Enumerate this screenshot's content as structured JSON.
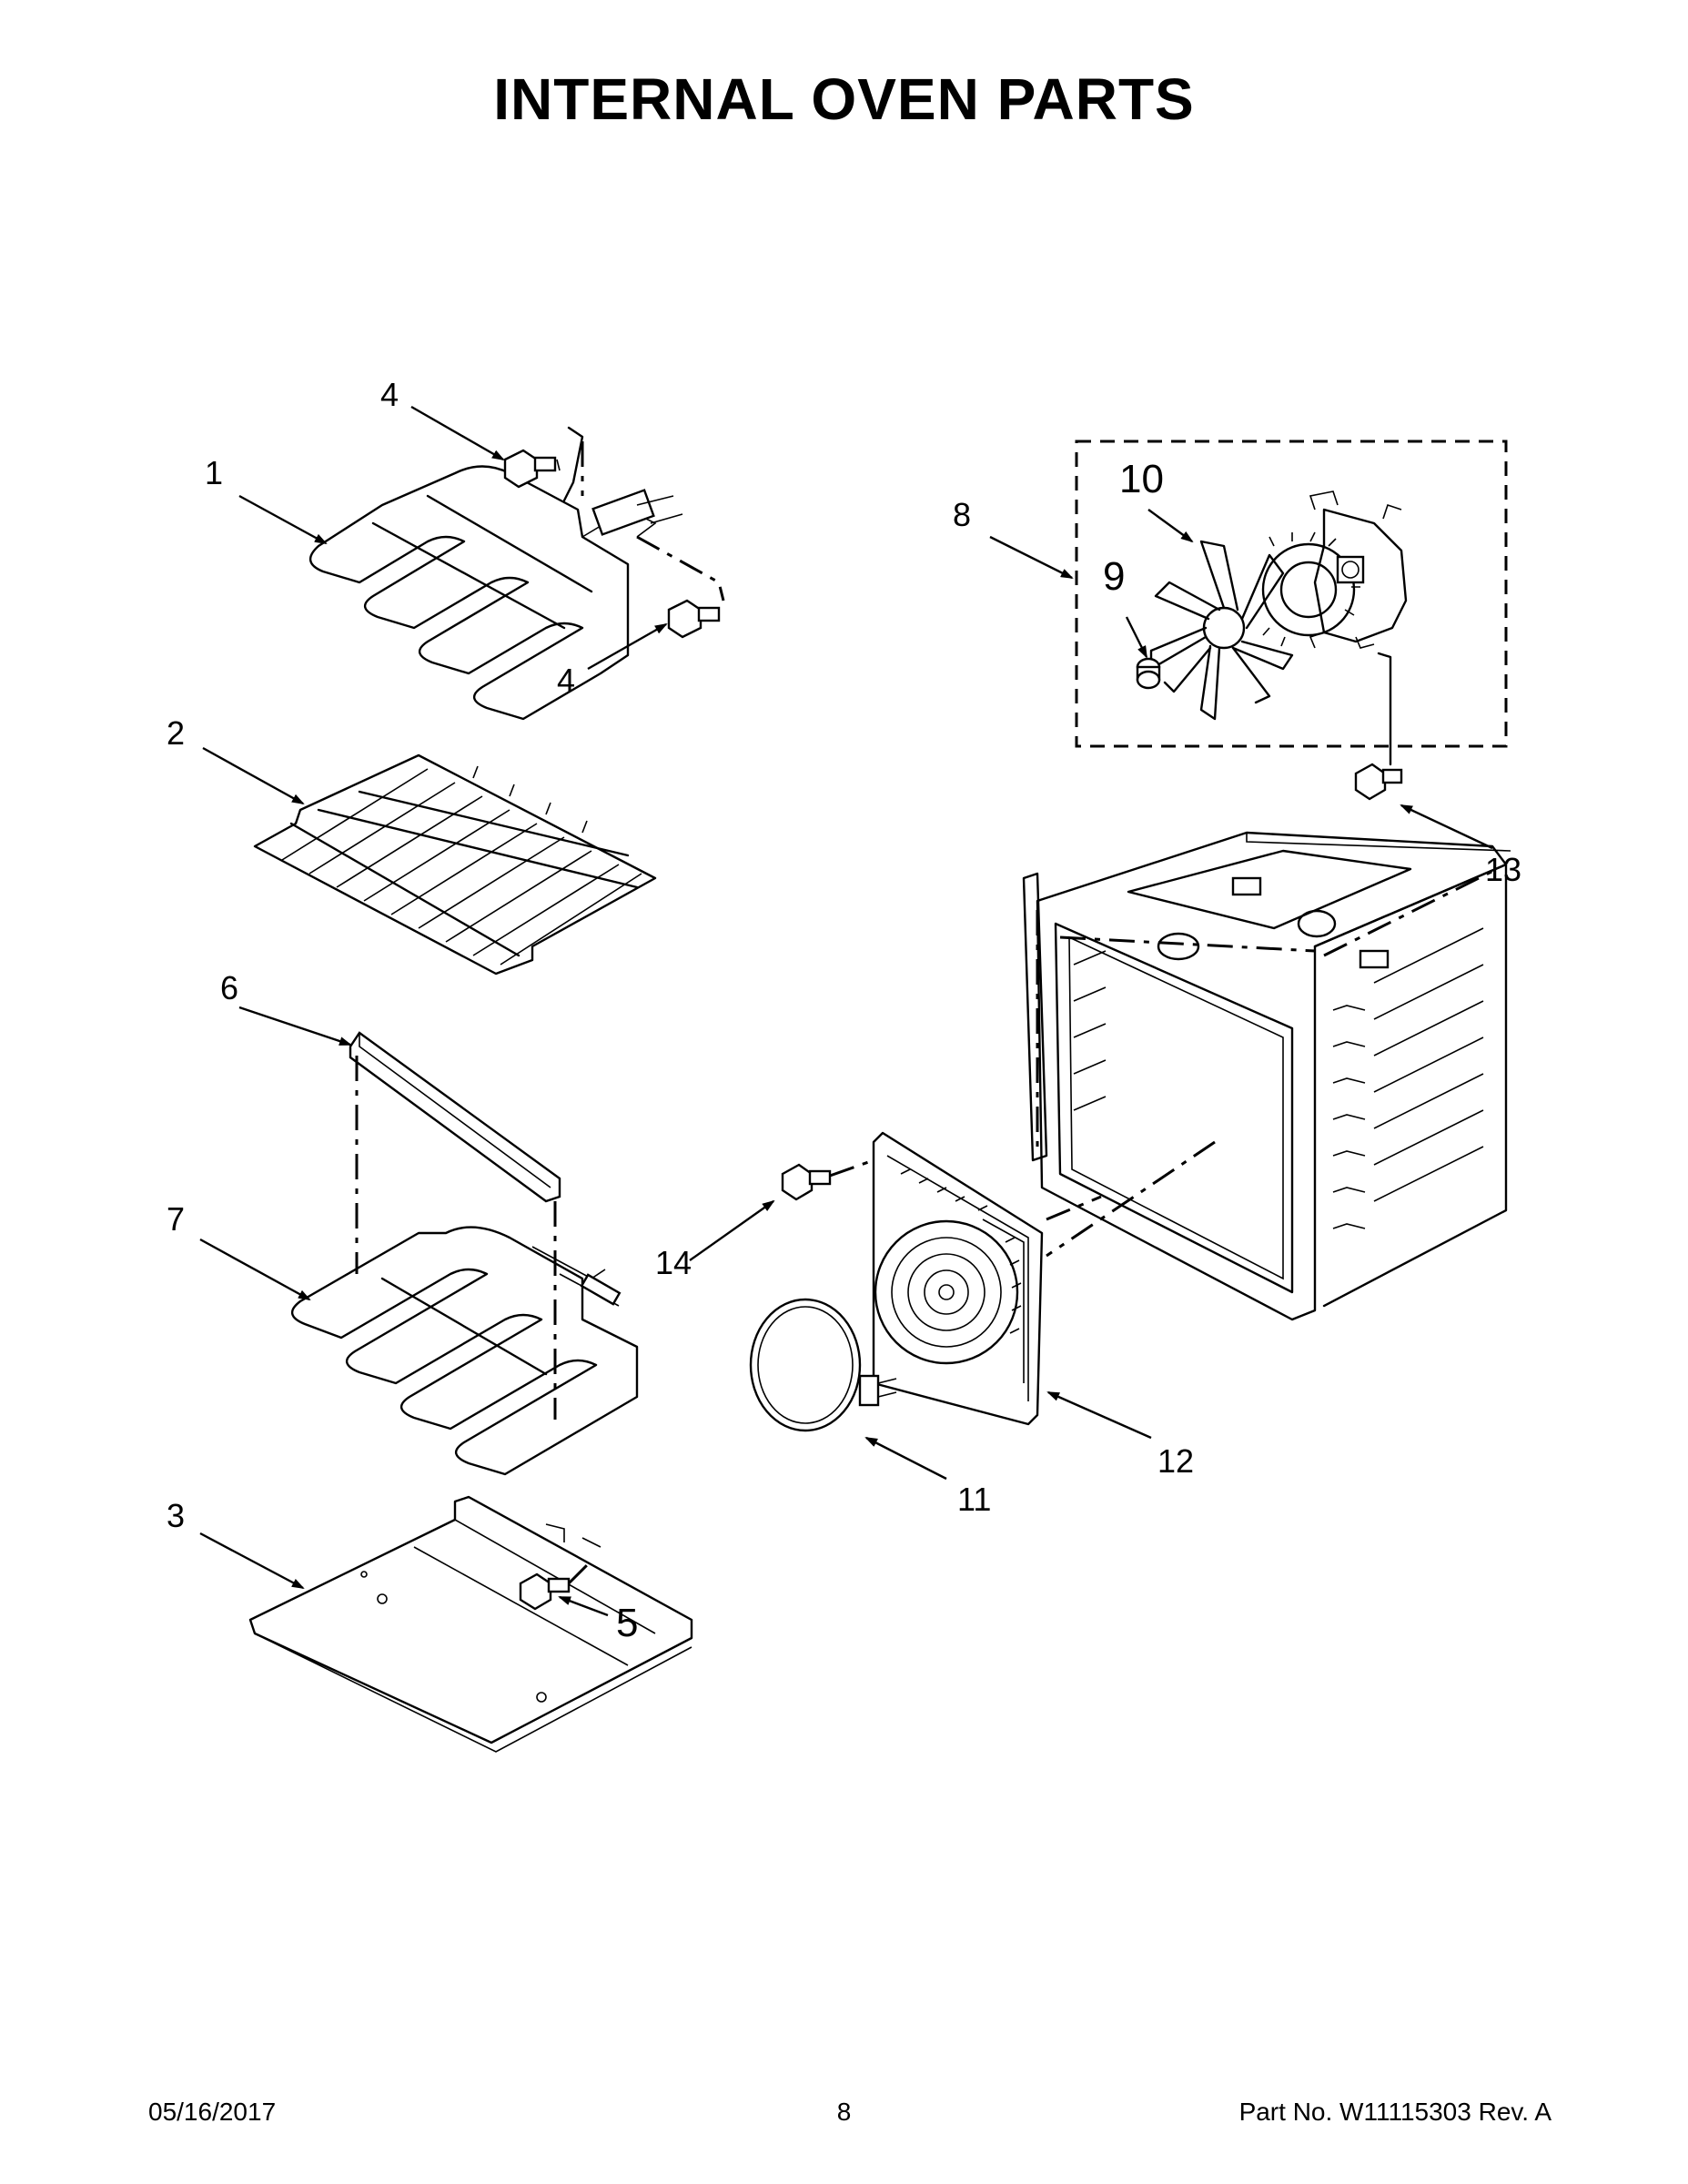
{
  "page": {
    "title": "INTERNAL OVEN PARTS"
  },
  "callouts": {
    "c1": "1",
    "c2": "2",
    "c3": "3",
    "c4a": "4",
    "c4b": "4",
    "c5": "5",
    "c6": "6",
    "c7": "7",
    "c8": "8",
    "c9": "9",
    "c10": "10",
    "c11": "11",
    "c12": "12",
    "c13": "13",
    "c14": "14"
  },
  "footer": {
    "date": "05/16/2017",
    "page_number": "8",
    "part_number": "Part No.  W11115303  Rev.  A"
  }
}
